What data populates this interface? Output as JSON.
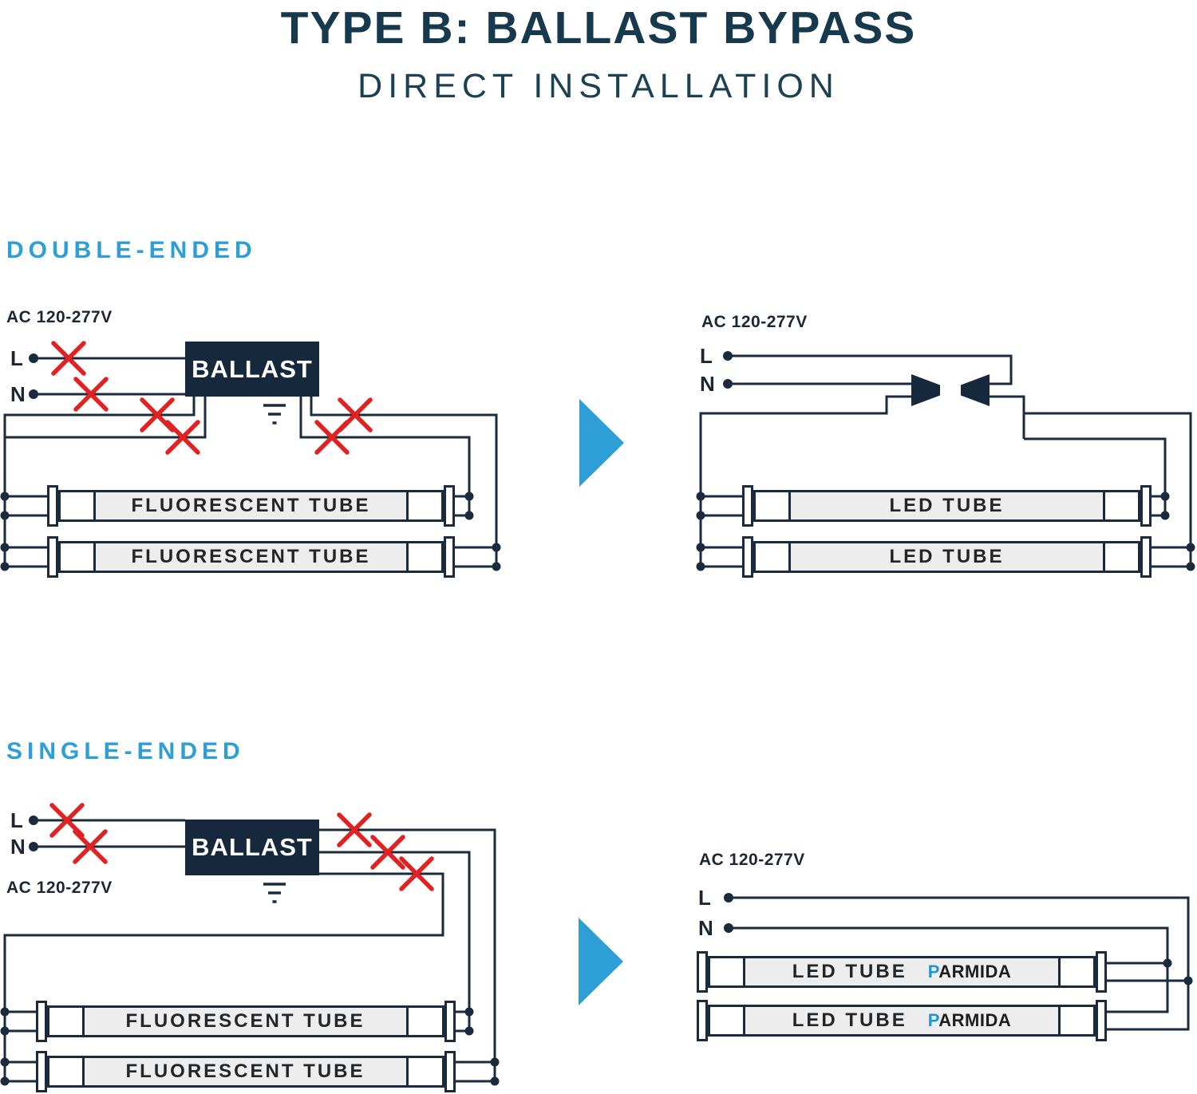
{
  "page": {
    "title": "TYPE B: BALLAST BYPASS",
    "subtitle": "DIRECT INSTALLATION"
  },
  "sections": {
    "double_ended": {
      "heading": "DOUBLE-ENDED"
    },
    "single_ended": {
      "heading": "SINGLE-ENDED"
    }
  },
  "labels": {
    "ac_voltage": "AC 120-277V",
    "line": "L",
    "neutral": "N",
    "ballast": "BALLAST",
    "fluorescent_tube": "FLUORESCENT TUBE",
    "led_tube": "LED TUBE",
    "brand_first_letter": "P",
    "brand_rest": "ARMIDA"
  },
  "colors": {
    "title_navy": "#17394E",
    "wire_navy": "#1A2B3D",
    "ballast_fill": "#16293C",
    "accent_blue": "#2E9ED6",
    "cross_red": "#E02222",
    "tube_gray": "#EDEDED",
    "brand_blue": "#2196D4"
  }
}
